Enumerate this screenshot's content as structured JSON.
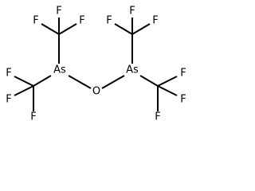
{
  "molecule": {
    "atoms": {
      "F_left_top_a": "F",
      "F_left_top_b": "F",
      "F_left_top_c": "F",
      "As_left": "As",
      "F_left_bot_a": "F",
      "F_left_bot_b": "F",
      "F_left_bot_c": "F",
      "O_bridge": "O",
      "F_right_top_a": "F",
      "F_right_top_b": "F",
      "F_right_top_c": "F",
      "As_right": "As",
      "F_right_bot_a": "F",
      "F_right_bot_b": "F",
      "F_right_bot_c": "F"
    },
    "colors": {
      "ink": "#000000",
      "background": "#ffffff"
    }
  }
}
